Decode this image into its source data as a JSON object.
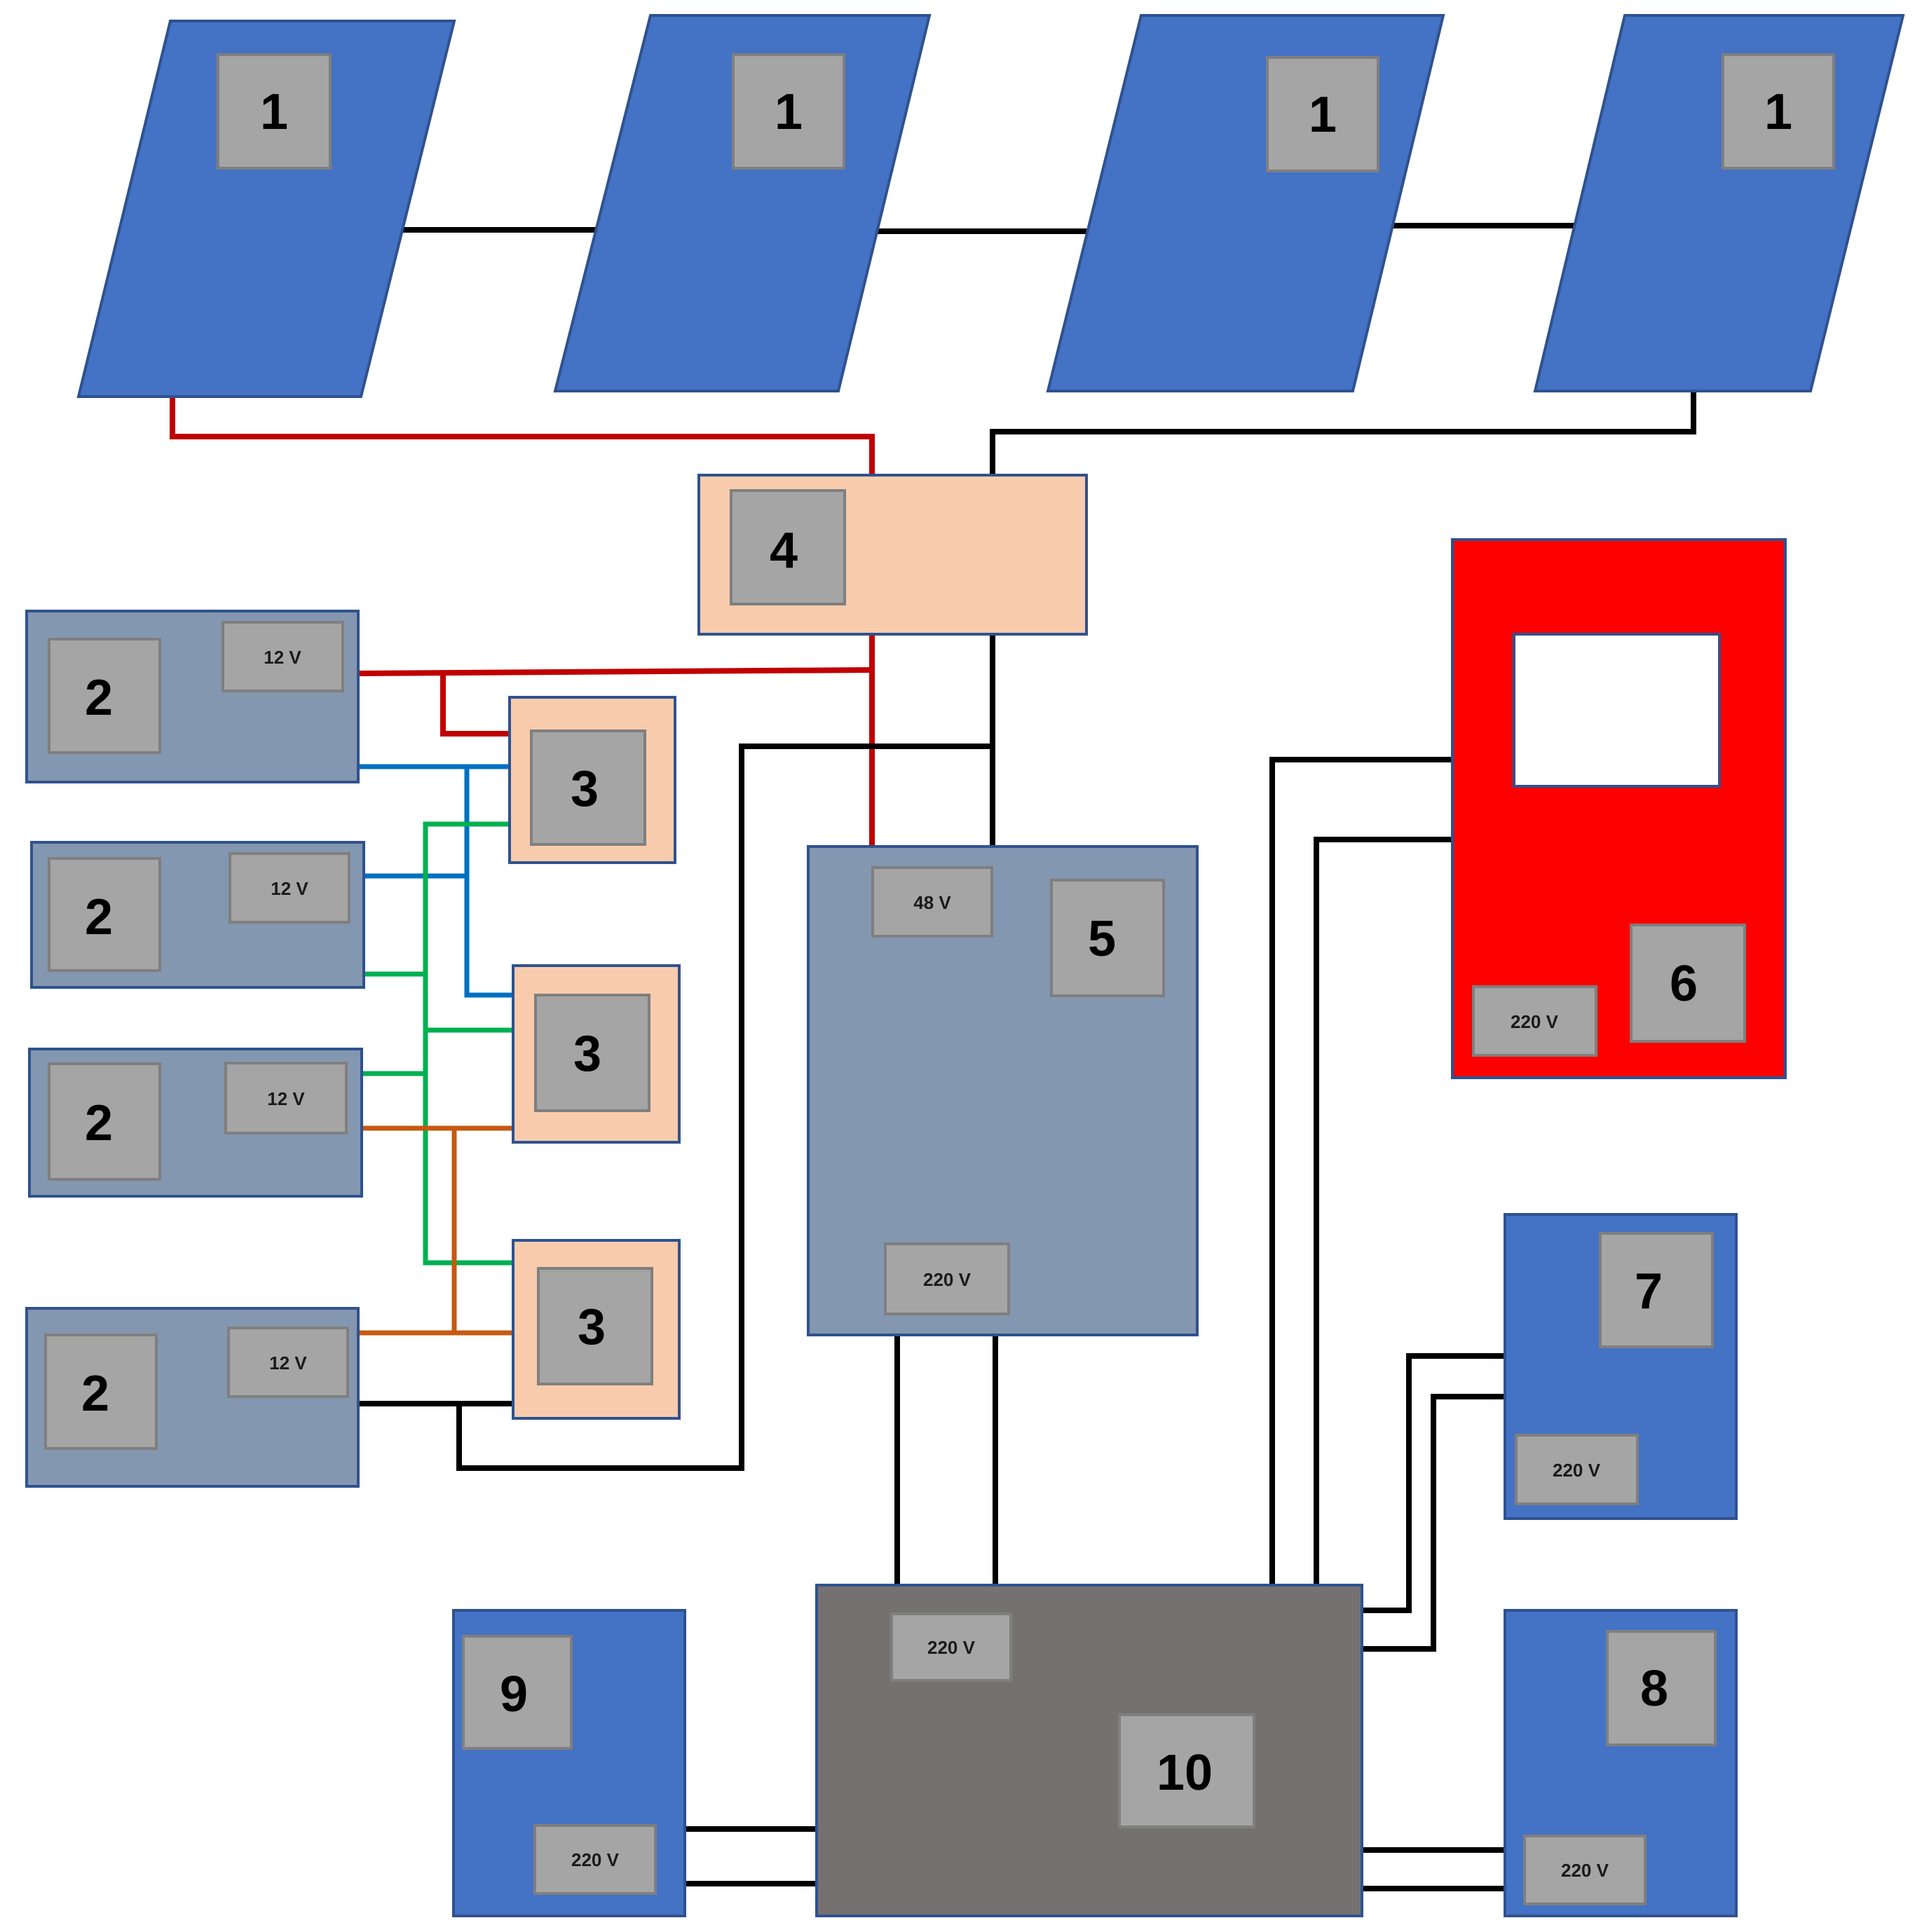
{
  "solar_panels": [
    {
      "label": "1"
    },
    {
      "label": "1"
    },
    {
      "label": "1"
    },
    {
      "label": "1"
    }
  ],
  "batteries": [
    {
      "label": "2",
      "voltage": "12 V"
    },
    {
      "label": "2",
      "voltage": "12 V"
    },
    {
      "label": "2",
      "voltage": "12 V"
    },
    {
      "label": "2",
      "voltage": "12 V"
    }
  ],
  "balancers": [
    {
      "label": "3"
    },
    {
      "label": "3"
    },
    {
      "label": "3"
    }
  ],
  "charge_controller": {
    "label": "4"
  },
  "inverter": {
    "label": "5",
    "voltage_in": "48 V",
    "voltage_out": "220 V"
  },
  "device_6": {
    "label": "6",
    "voltage": "220 V"
  },
  "device_7": {
    "label": "7",
    "voltage": "220 V"
  },
  "device_8": {
    "label": "8",
    "voltage": "220 V"
  },
  "device_9": {
    "label": "9",
    "voltage": "220 V"
  },
  "distribution": {
    "label": "10",
    "voltage": "220 V"
  },
  "colors": {
    "panel_blue": "#4472c4",
    "battery_steel": "#8497b0",
    "peach": "#f8cbad",
    "gray_box": "#a5a5a5",
    "dark_gray": "#767171",
    "red_device": "#ff0000",
    "wire_red": "#c00000",
    "wire_black": "#000000",
    "wire_blue": "#0070c0",
    "wire_green": "#00b050",
    "wire_orange": "#c55a11"
  }
}
